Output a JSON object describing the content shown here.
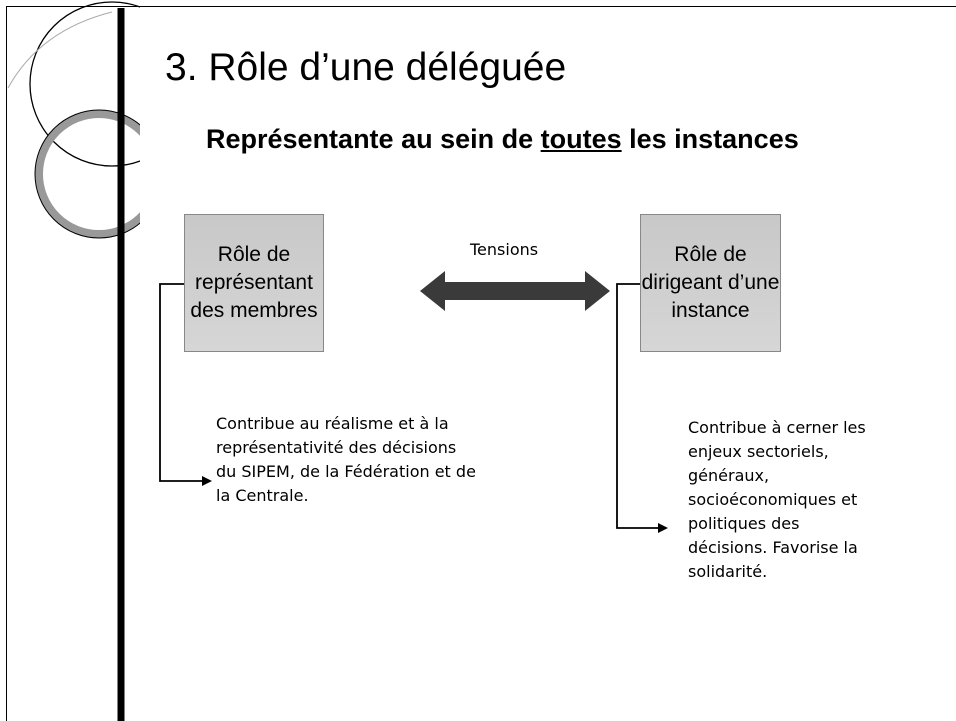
{
  "slide": {
    "title": "3. Rôle d’une déléguée",
    "subtitle": {
      "before": "Représentante au sein de ",
      "emphasis": "toutes",
      "after": " les instances"
    }
  },
  "diagram": {
    "left_box": "Rôle de représentant des membres",
    "right_box": "Rôle de dirigeant d’une instance",
    "arrow_label": "Tensions",
    "left_note": "Contribue au réalisme et à la représentativité des décisions du SIPEM, de la Fédération et de la Centrale.",
    "right_note": "Contribue à cerner les enjeux sectoriels, généraux, socioéconomiques et politiques des décisions. Favorise la solidarité."
  },
  "colors": {
    "box_fill": "#cfcfcf",
    "arrow": "#3a3a3a",
    "sidebar_line": "#000000"
  }
}
